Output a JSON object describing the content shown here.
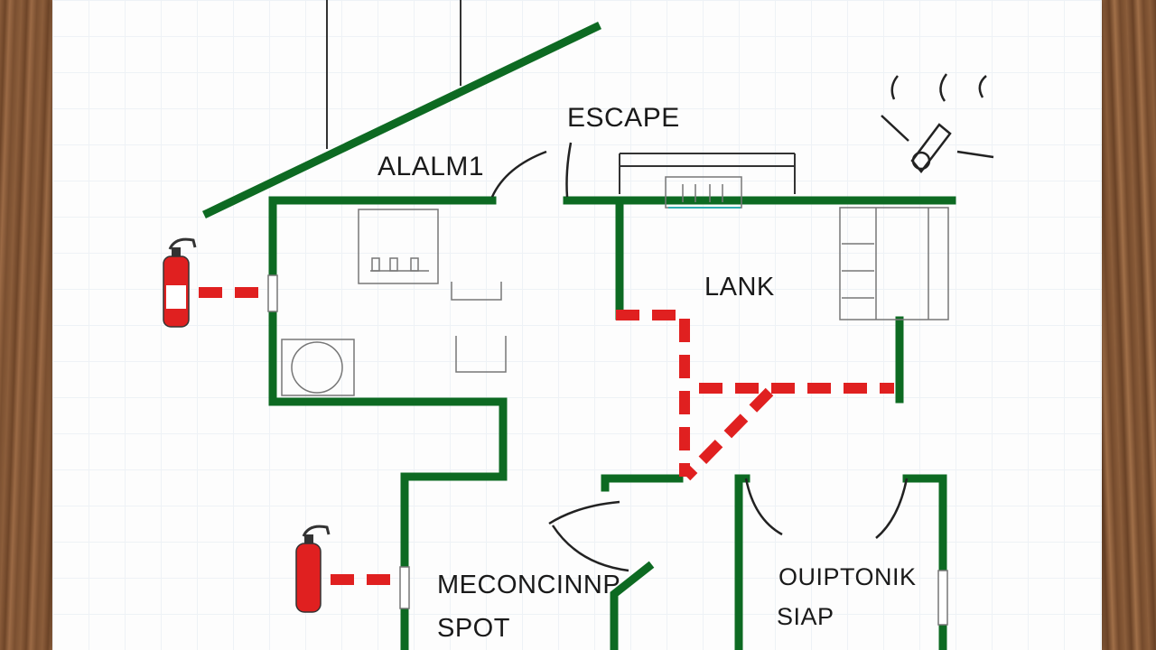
{
  "plan": {
    "labels": {
      "escape": "ESCAPE",
      "alarm": "ALALM1",
      "lank": "LANK",
      "meeting_spot_line1": "MECONCINNP",
      "meeting_spot_line2": "SPOT",
      "storage_line1": "OUIPTONIK",
      "storage_line2": "SIAP"
    },
    "icons": [
      "fire-extinguisher-icon",
      "fire-extinguisher-icon",
      "fire-alarm-icon"
    ],
    "colors": {
      "wall": "#0d6a22",
      "escape_route": "#e02020",
      "extinguisher": "#e02020",
      "paper": "#fdfdfd",
      "wood": "#7a5236"
    }
  }
}
